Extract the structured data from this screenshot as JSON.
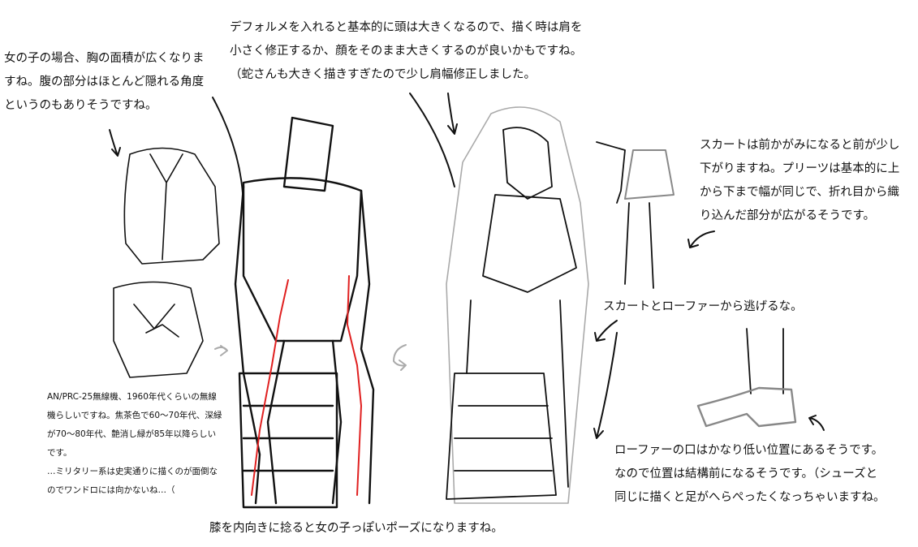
{
  "notes": {
    "chest": [
      "女の子の場合、胸の面積が広くなりま",
      "すね。腹の部分はほとんど隠れる角度",
      "というのもありそうですね。"
    ],
    "deform": [
      "デフォルメを入れると基本的に頭は大きくなるので、描く時は肩を",
      "小さく修正するか、顔をそのまま大きくするのが良いかもですね。",
      "（蛇さんも大きく描きすぎたので少し肩幅修正しました。"
    ],
    "skirt": [
      "スカートは前かがみになると前が少し",
      "下がりますね。プリーツは基本的に上",
      "から下まで幅が同じで、折れ目から織",
      "り込んだ部分が広がるそうです。"
    ],
    "escape": "スカートとローファーから逃げるな。",
    "loafer": [
      "ローファーの口はかなり低い位置にあるそうです。",
      "なので位置は結構前になるそうです。（シューズと",
      "同じに描くと足がへらぺったくなっちゃいますね。"
    ],
    "radio": [
      "AN/PRC-25無線機、1960年代くらいの無線",
      "機らしいですね。焦茶色で60～70年代、深緑",
      "が70～80年代、艶消し緑が85年以降らしい",
      "です。",
      "…ミリタリー系は史実通りに描くのが面倒な",
      "のでワンドロには向かないね…（"
    ],
    "knees": "膝を内向きに捻ると女の子っぽいポーズになりますね。"
  },
  "colors": {
    "ink": "#111111",
    "gray": "#aaaaaa",
    "red": "#e02020"
  }
}
